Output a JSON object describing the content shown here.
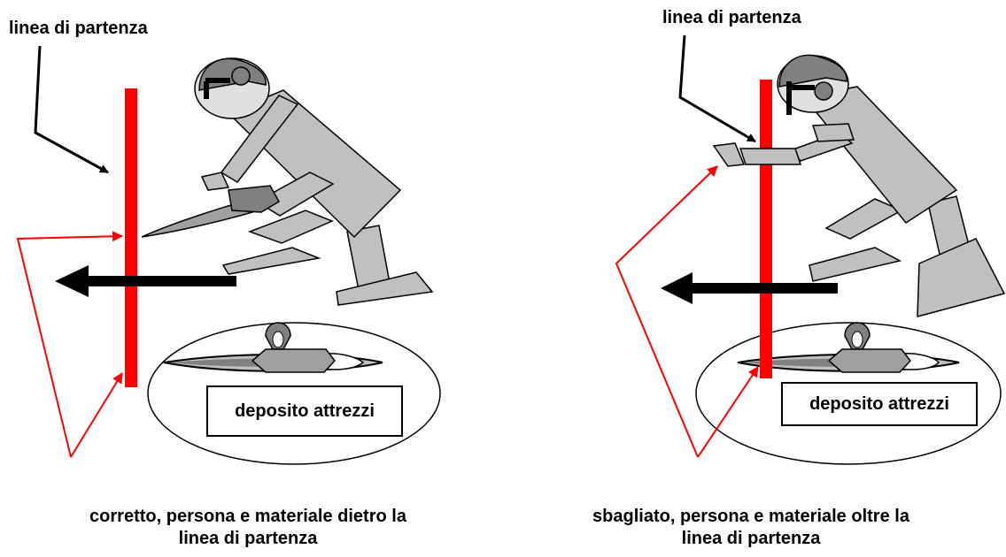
{
  "left": {
    "start_line_label": "linea di partenza",
    "depot_label": "deposito attrezzi",
    "caption": {
      "line1": "corretto, persona e materiale dietro la",
      "line2": "linea di partenza"
    }
  },
  "right": {
    "start_line_label": "linea di partenza",
    "depot_label": "deposito attrezzi",
    "caption": {
      "line1": "sbagliato, persona e materiale oltre la",
      "line2": "linea di partenza"
    }
  },
  "colors": {
    "start_line": "#ff0000",
    "pointer_arrows": "#ff0000",
    "direction_arrow": "#000000",
    "figure_light": "#c0c0c0",
    "figure_dark": "#808080",
    "skin": "#e0e0e0"
  }
}
